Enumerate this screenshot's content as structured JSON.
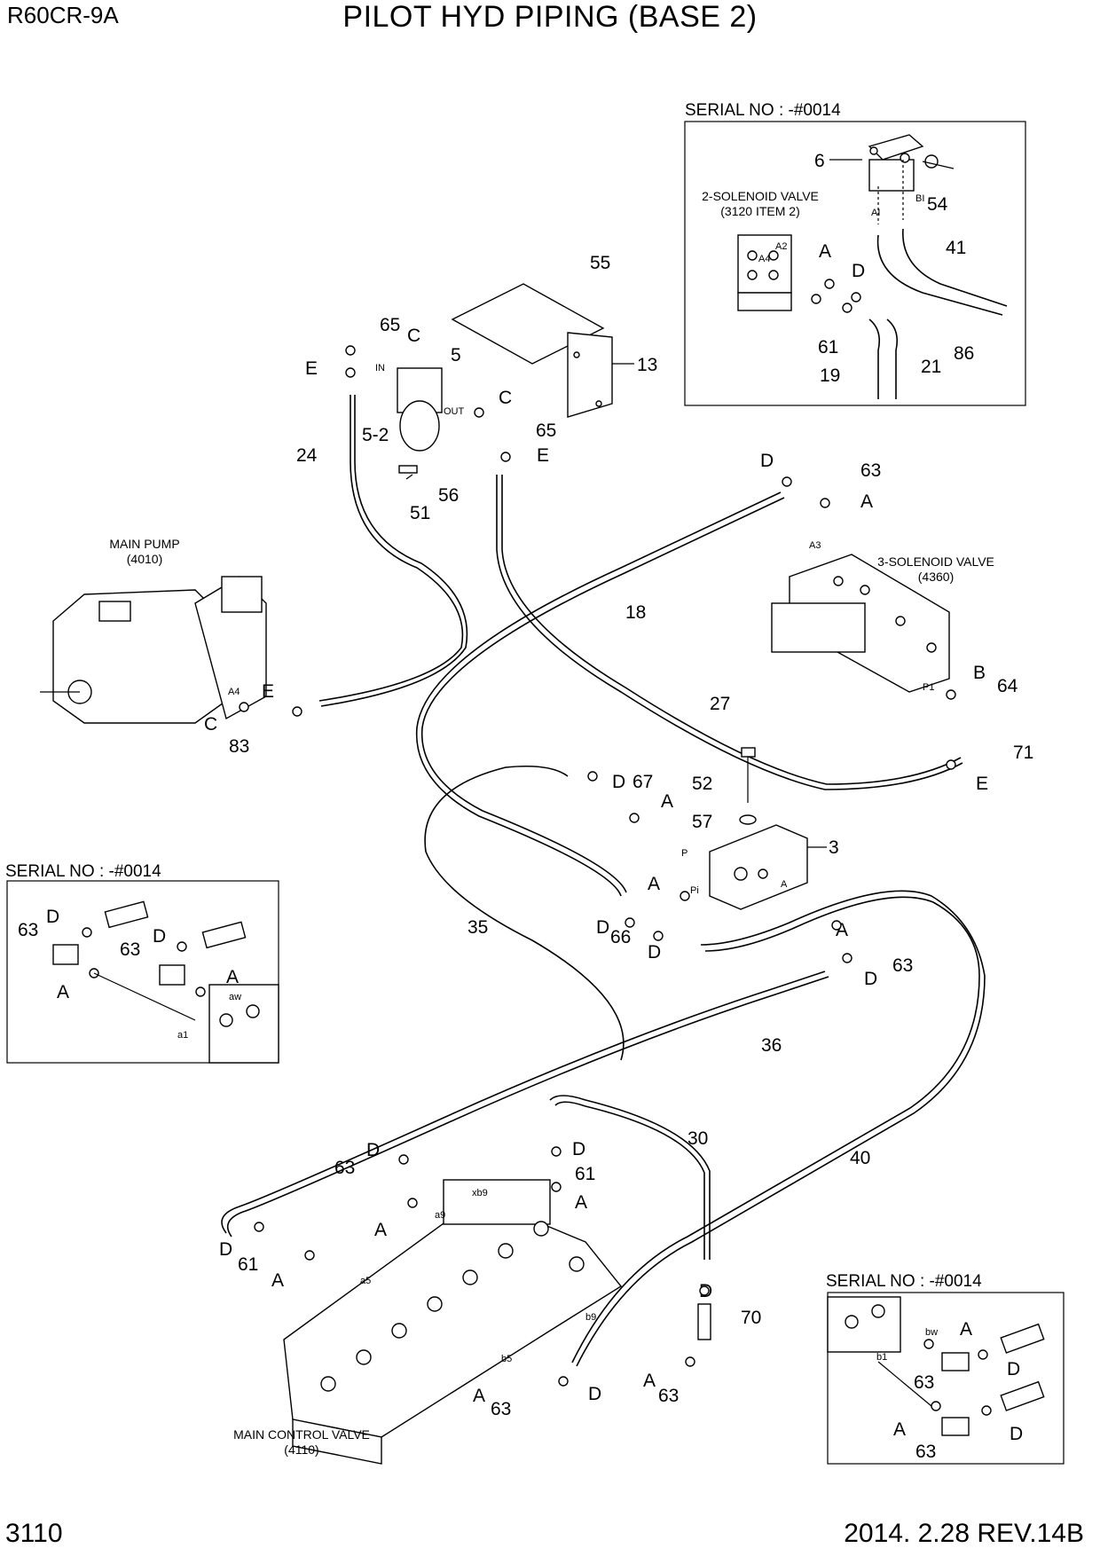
{
  "header": {
    "model": "R60CR-9A",
    "title": "PILOT HYD PIPING (BASE 2)"
  },
  "footer": {
    "page": "3110",
    "revision": "2014. 2.28  REV.14B"
  },
  "insets": {
    "top_right": {
      "serial": "SERIAL NO : -#0014",
      "valve_label": "2-SOLENOID VALVE",
      "valve_ref": "(3120 ITEM 2)"
    },
    "left": {
      "serial": "SERIAL NO : -#0014"
    },
    "bottom_right": {
      "serial": "SERIAL NO : -#0014"
    }
  },
  "components": {
    "main_pump": {
      "label": "MAIN PUMP",
      "ref": "(4010)"
    },
    "solenoid_3": {
      "label": "3-SOLENOID VALVE",
      "ref": "(4360)"
    },
    "mcv": {
      "label": "MAIN CONTROL VALVE",
      "ref": "(4110)"
    }
  },
  "callouts": {
    "c55": "55",
    "c13": "13",
    "c65a": "65",
    "c5": "5",
    "cC1": "C",
    "cE1": "E",
    "cIN": "IN",
    "cOUT": "OUT",
    "c52": "5-2",
    "cC2": "C",
    "c65b": "65",
    "cE2": "E",
    "c24": "24",
    "c51": "51",
    "c56": "56",
    "cD1": "D",
    "c63a": "63",
    "cA1": "A",
    "cA3": "A3",
    "c18": "18",
    "c27": "27",
    "cB": "B",
    "c64": "64",
    "cP1a": "P1",
    "c71": "71",
    "cE3": "E",
    "cA4": "A4",
    "cE4": "E",
    "cC3": "C",
    "c83": "83",
    "cD2": "D",
    "c67": "67",
    "cA2": "A",
    "c52b": "52",
    "c57": "57",
    "c3": "3",
    "cP": "P",
    "cPi": "Pi",
    "cAv": "A",
    "cA5": "A",
    "cD3": "D",
    "c66": "66",
    "cD4": "D",
    "c35": "35",
    "cA6": "A",
    "c63b": "63",
    "cD5": "D",
    "c36": "36",
    "c30": "30",
    "cD6": "D",
    "c61a": "61",
    "cA7": "A",
    "c40": "40",
    "c63c": "63",
    "cD7": "D",
    "cA8": "A",
    "cxb9": "xb9",
    "ca9": "a9",
    "cD8": "D",
    "c61b": "61",
    "cA9": "A",
    "ca5": "a5",
    "cb9": "b9",
    "cb5": "b5",
    "cD9": "D",
    "c70": "70",
    "cA10": "A",
    "c63d": "63",
    "cA11": "A",
    "c63e": "63",
    "cD10": "D",
    "t6": "6",
    "tBI": "BI",
    "tAI": "AI",
    "t54": "54",
    "tA2": "A2",
    "tA4": "A4",
    "tA": "A",
    "tD": "D",
    "t41": "41",
    "t61": "61",
    "t19": "19",
    "t21": "21",
    "t86": "86",
    "lD1": "D",
    "l63a": "63",
    "lD2": "D",
    "l63b": "63",
    "lA1": "A",
    "lA2": "A",
    "law": "aw",
    "la1": "a1",
    "bA": "A",
    "bbw": "bw",
    "bb1": "b1",
    "b63a": "63",
    "bD1": "D",
    "bA2": "A",
    "b63b": "63",
    "bD2": "D"
  }
}
